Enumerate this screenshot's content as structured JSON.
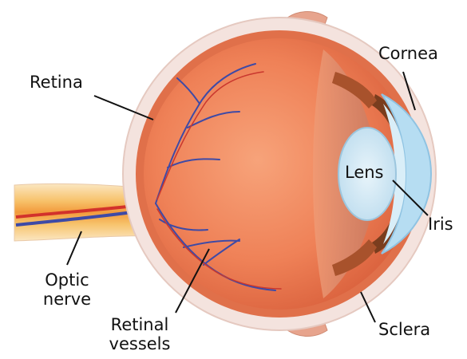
{
  "labels": {
    "retina": "Retina",
    "cornea": "Cornea",
    "lens": "Lens",
    "iris": "Iris",
    "optic_nerve_line1": "Optic",
    "optic_nerve_line2": "nerve",
    "retinal_vessels_line1": "Retinal",
    "retinal_vessels_line2": "vessels",
    "sclera": "Sclera"
  },
  "colors": {
    "sclera": "#f4e3de",
    "eyeball": "#f0845a",
    "vitreous_front": "#e99a78",
    "lens": "#cfe6f3",
    "cornea": "#b6ddf2",
    "iris": "#7a3d1e",
    "vessels": "#3e4aa6",
    "optic_nerve": "#f6b24d",
    "text": "#111111"
  }
}
